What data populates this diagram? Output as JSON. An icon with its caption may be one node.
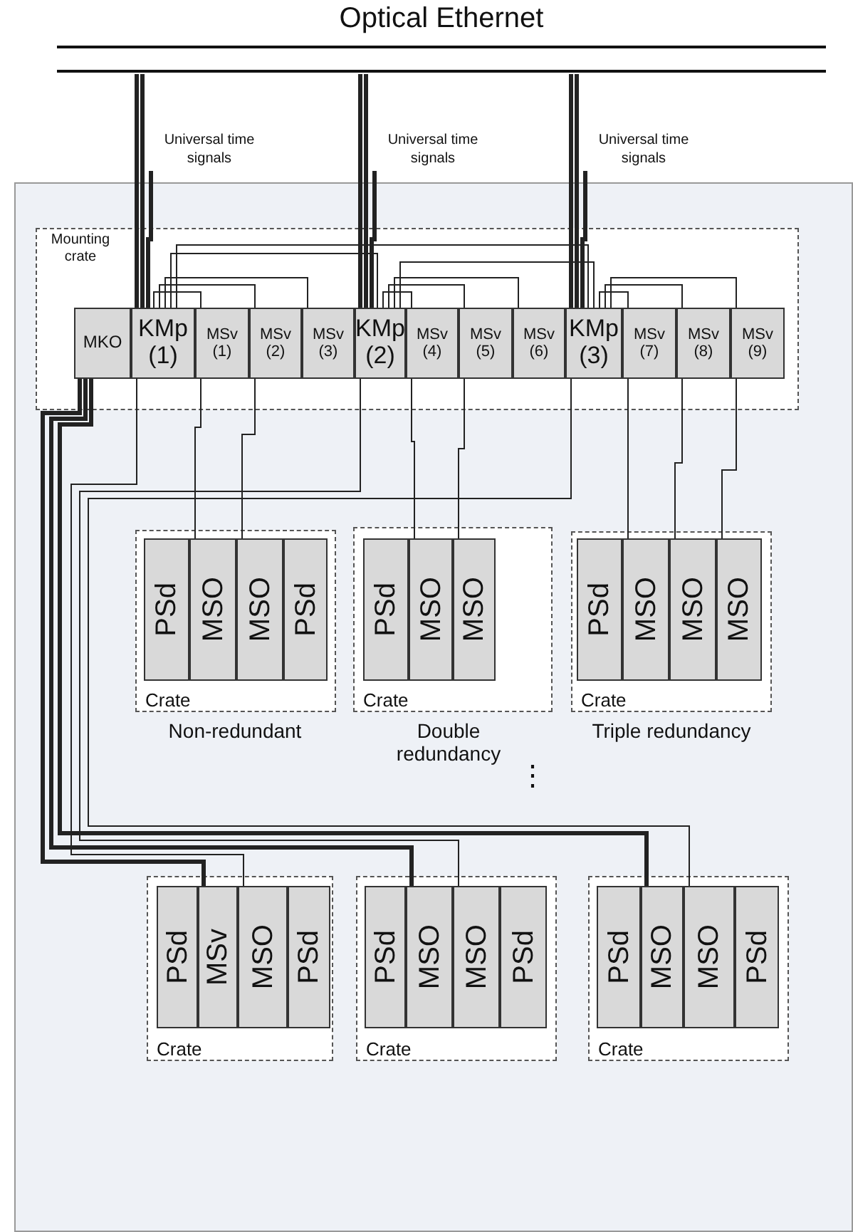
{
  "diagram": {
    "nodes": [
      {
        "text": [
          "Optical Ethernet"
        ]
      },
      {
        "text": [
          "Universal time signals"
        ]
      },
      {
        "text": [
          "Universal time signals"
        ]
      },
      {
        "text": [
          "Universal time signals"
        ]
      },
      {
        "text": [
          "Mounting crate"
        ]
      },
      {
        "text": [
          "MKO"
        ],
        "in": 4
      },
      {
        "text": [
          "KMp (1)"
        ],
        "in": 4
      },
      {
        "text": [
          "MSv (1)"
        ],
        "in": 4
      },
      {
        "text": [
          "MSv (2)"
        ],
        "in": 4
      },
      {
        "text": [
          "MSv (3)"
        ],
        "in": 4
      },
      {
        "text": [
          "KMp (2)"
        ],
        "in": 4
      },
      {
        "text": [
          "MSv (4)"
        ],
        "in": 4
      },
      {
        "text": [
          "MSv (5)"
        ],
        "in": 4
      },
      {
        "text": [
          "MSv (6)"
        ],
        "in": 4
      },
      {
        "text": [
          "KMp (3)"
        ],
        "in": 4
      },
      {
        "text": [
          "MSv (7)"
        ],
        "in": 4
      },
      {
        "text": [
          "MSv (8)"
        ],
        "in": 4
      },
      {
        "text": [
          "MSv (9)"
        ],
        "in": 4
      },
      {
        "text": [
          "Crate"
        ],
        "beside": [
          "Non-redundant"
        ]
      },
      {
        "text": [
          "PSd"
        ],
        "in": 18
      },
      {
        "text": [
          "MSO"
        ],
        "in": 18
      },
      {
        "text": [
          "MSO"
        ],
        "in": 18
      },
      {
        "text": [
          "PSd"
        ],
        "in": 18
      },
      {
        "text": [
          "Crate"
        ],
        "beside": [
          "Double redundancy"
        ]
      },
      {
        "text": [
          "PSd"
        ],
        "in": 23
      },
      {
        "text": [
          "MSO"
        ],
        "in": 23
      },
      {
        "text": [
          "MSO"
        ],
        "in": 23
      },
      {
        "text": [
          "Crate"
        ],
        "beside": [
          "Triple redundancy"
        ]
      },
      {
        "text": [
          "PSd"
        ],
        "in": 27
      },
      {
        "text": [
          "MSO"
        ],
        "in": 27
      },
      {
        "text": [
          "MSO"
        ],
        "in": 27
      },
      {
        "text": [
          "MSO"
        ],
        "in": 27
      },
      {
        "text": [
          "Crate"
        ]
      },
      {
        "text": [
          "PSd"
        ],
        "in": 32
      },
      {
        "text": [
          "MSv"
        ],
        "in": 32
      },
      {
        "text": [
          "MSO"
        ],
        "in": 32
      },
      {
        "text": [
          "PSd"
        ],
        "in": 32
      },
      {
        "text": [
          "Crate"
        ]
      },
      {
        "text": [
          "PSd"
        ],
        "in": 37
      },
      {
        "text": [
          "MSO"
        ],
        "in": 37
      },
      {
        "text": [
          "MSO"
        ],
        "in": 37
      },
      {
        "text": [
          "PSd"
        ],
        "in": 37
      },
      {
        "text": [
          "Crate"
        ]
      },
      {
        "text": [
          "PSd"
        ],
        "in": 42
      },
      {
        "text": [
          "MSO"
        ],
        "in": 42
      },
      {
        "text": [
          "MSO"
        ],
        "in": 42
      },
      {
        "text": [
          "PSd"
        ],
        "in": 42
      }
    ],
    "edges": [
      {
        "from": 6,
        "to": 0,
        "arrow": "none",
        "style": "thick"
      },
      {
        "from": 6,
        "to": 0,
        "arrow": "none",
        "style": "thick"
      },
      {
        "from": 10,
        "to": 0,
        "arrow": "none",
        "style": "thick"
      },
      {
        "from": 10,
        "to": 0,
        "arrow": "none",
        "style": "thick"
      },
      {
        "from": 14,
        "to": 0,
        "arrow": "none",
        "style": "thick"
      },
      {
        "from": 14,
        "to": 0,
        "arrow": "none",
        "style": "thick"
      },
      {
        "from": 1,
        "to": 6,
        "arrow": "none",
        "style": "thick"
      },
      {
        "from": 2,
        "to": 10,
        "arrow": "none",
        "style": "thick"
      },
      {
        "from": 3,
        "to": 14,
        "arrow": "none",
        "style": "thick"
      },
      {
        "from": 6,
        "to": 7,
        "arrow": "none"
      },
      {
        "from": 6,
        "to": 8,
        "arrow": "none"
      },
      {
        "from": 6,
        "to": 9,
        "arrow": "none"
      },
      {
        "from": 6,
        "to": 10,
        "arrow": "none"
      },
      {
        "from": 6,
        "to": 14,
        "arrow": "none"
      },
      {
        "from": 10,
        "to": 11,
        "arrow": "none"
      },
      {
        "from": 10,
        "to": 12,
        "arrow": "none"
      },
      {
        "from": 10,
        "to": 13,
        "arrow": "none"
      },
      {
        "from": 10,
        "to": 14,
        "arrow": "none"
      },
      {
        "from": 14,
        "to": 15,
        "arrow": "none"
      },
      {
        "from": 14,
        "to": 16,
        "arrow": "none"
      },
      {
        "from": 14,
        "to": 17,
        "arrow": "none"
      },
      {
        "from": 7,
        "to": 20,
        "arrow": "none"
      },
      {
        "from": 8,
        "to": 21,
        "arrow": "none"
      },
      {
        "from": 11,
        "to": 25,
        "arrow": "none"
      },
      {
        "from": 12,
        "to": 26,
        "arrow": "none"
      },
      {
        "from": 15,
        "to": 29,
        "arrow": "none"
      },
      {
        "from": 16,
        "to": 30,
        "arrow": "none"
      },
      {
        "from": 17,
        "to": 31,
        "arrow": "none"
      },
      {
        "from": 5,
        "to": 34,
        "arrow": "none",
        "style": "thick"
      },
      {
        "from": 6,
        "to": 35,
        "arrow": "none"
      },
      {
        "from": 5,
        "to": 39,
        "arrow": "none",
        "style": "thick"
      },
      {
        "from": 10,
        "to": 40,
        "arrow": "none"
      },
      {
        "from": 5,
        "to": 44,
        "arrow": "none",
        "style": "thick"
      },
      {
        "from": 14,
        "to": 45,
        "arrow": "none"
      }
    ],
    "labels": [
      "⋮"
    ]
  }
}
